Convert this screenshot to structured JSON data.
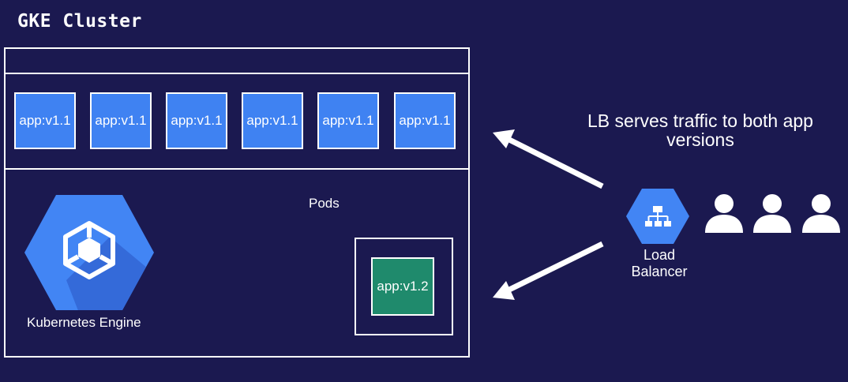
{
  "title": "GKE Cluster",
  "pods": [
    "app:v1.1",
    "app:v1.1",
    "app:v1.1",
    "app:v1.1",
    "app:v1.1",
    "app:v1.1"
  ],
  "pods_label": "Pods",
  "canary_pod": "app:v1.2",
  "engine_label": "Kubernetes Engine",
  "message": "LB serves traffic to both app versions",
  "load_balancer": {
    "line1": "Load",
    "line2": "Balancer"
  },
  "colors": {
    "background": "#1b1950",
    "pod_blue": "#3f82f2",
    "canary_green": "#1f8a6c",
    "engine_blue": "#4285f4"
  },
  "icons": [
    "kubernetes-engine-icon",
    "load-balancer-icon",
    "user-icon"
  ]
}
